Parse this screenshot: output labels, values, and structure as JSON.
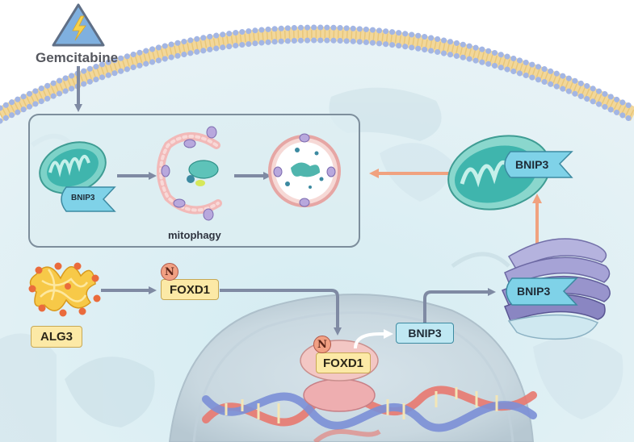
{
  "drug": {
    "name": "Gemcitabine",
    "icon": "lightning-warning-icon"
  },
  "mitophagy_panel": {
    "process_label": "mitophagy",
    "bnip3_label": "BNIP3"
  },
  "alg3": {
    "label": "ALG3"
  },
  "foxd1_cytoplasm": {
    "label": "FOXD1",
    "modification": "N"
  },
  "foxd1_nucleus": {
    "label": "FOXD1",
    "modification": "N"
  },
  "bnip3_transcript": {
    "label": "BNIP3"
  },
  "bnip3_er": {
    "label": "BNIP3"
  },
  "bnip3_mitochondrion": {
    "label": "BNIP3"
  },
  "colors": {
    "arrow_gray": "#7f8aa3",
    "arrow_orange": "#f0a27f",
    "box_yellow": "#fce9a6",
    "box_blue": "#bfe8f3",
    "mito_teal": "#3fb5ad",
    "protein_blue": "#7fd2e8"
  }
}
